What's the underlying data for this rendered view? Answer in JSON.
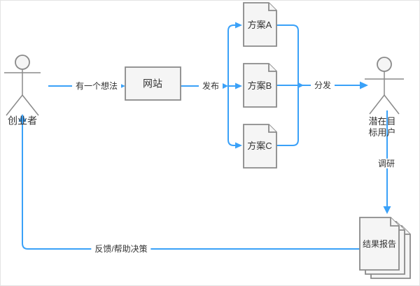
{
  "colors": {
    "edge": "#3AA1F8",
    "shape_fill": "#F5F5F5",
    "shape_stroke": "#8A8A8A",
    "text": "#333333"
  },
  "actors": {
    "entrepreneur": {
      "label": "创业者"
    },
    "target_user": {
      "label": "潜在目标用户"
    }
  },
  "nodes": {
    "website": {
      "label": "网站"
    },
    "plan_a": {
      "label": "方案A"
    },
    "plan_b": {
      "label": "方案B"
    },
    "plan_c": {
      "label": "方案C"
    },
    "report": {
      "label": "结果报告"
    }
  },
  "edges": {
    "idea": {
      "label": "有一个想法"
    },
    "publish": {
      "label": "发布"
    },
    "distribute": {
      "label": "分发"
    },
    "research": {
      "label": "调研"
    },
    "feedback": {
      "label": "反馈/帮助决策"
    }
  }
}
